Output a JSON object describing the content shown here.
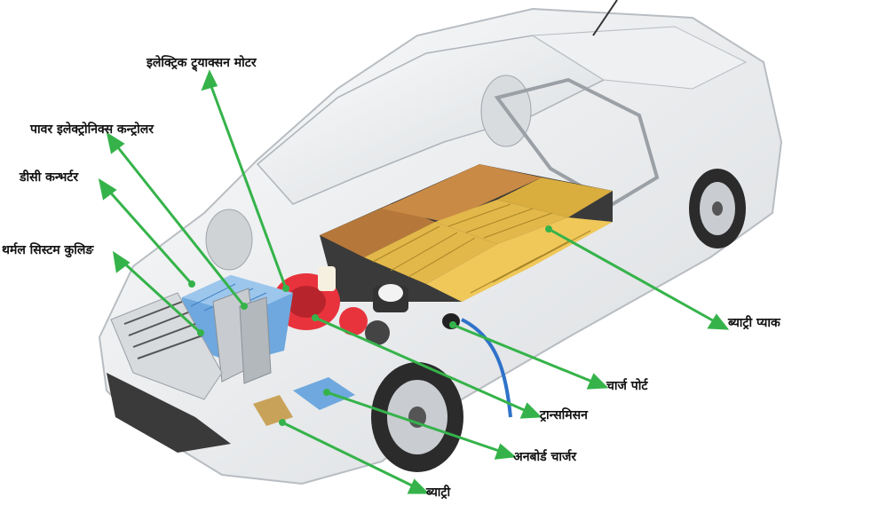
{
  "colors": {
    "arrow": "#35b34a",
    "label_text": "#111111",
    "battery_modules": "#e3b84a",
    "battery_modules_dark": "#3a3a3a",
    "battery_modules_brown": "#b5783a",
    "motor": "#e8333d",
    "cooling_radiator": "#6ea8de",
    "car_body": "#eceef0"
  },
  "labels": {
    "traction_motor": "इलेक्ट्रिक ट्र्याक्सन मोटर",
    "power_electronics_controller": "पावर इलेक्ट्रोनिक्स कन्ट्रोलर",
    "dc_dc_converter": "डीसी कन्भर्टर",
    "thermal_system_cooling": "थर्मल सिस्टम कुलिङ",
    "battery_pack": "ब्याट्री प्याक",
    "charge_port": "चार्ज पोर्ट",
    "transmission": "ट्रान्समिसन",
    "onboard_charger": "अनबोर्ड चार्जर",
    "auxiliary_battery": "ब्याट्री"
  }
}
